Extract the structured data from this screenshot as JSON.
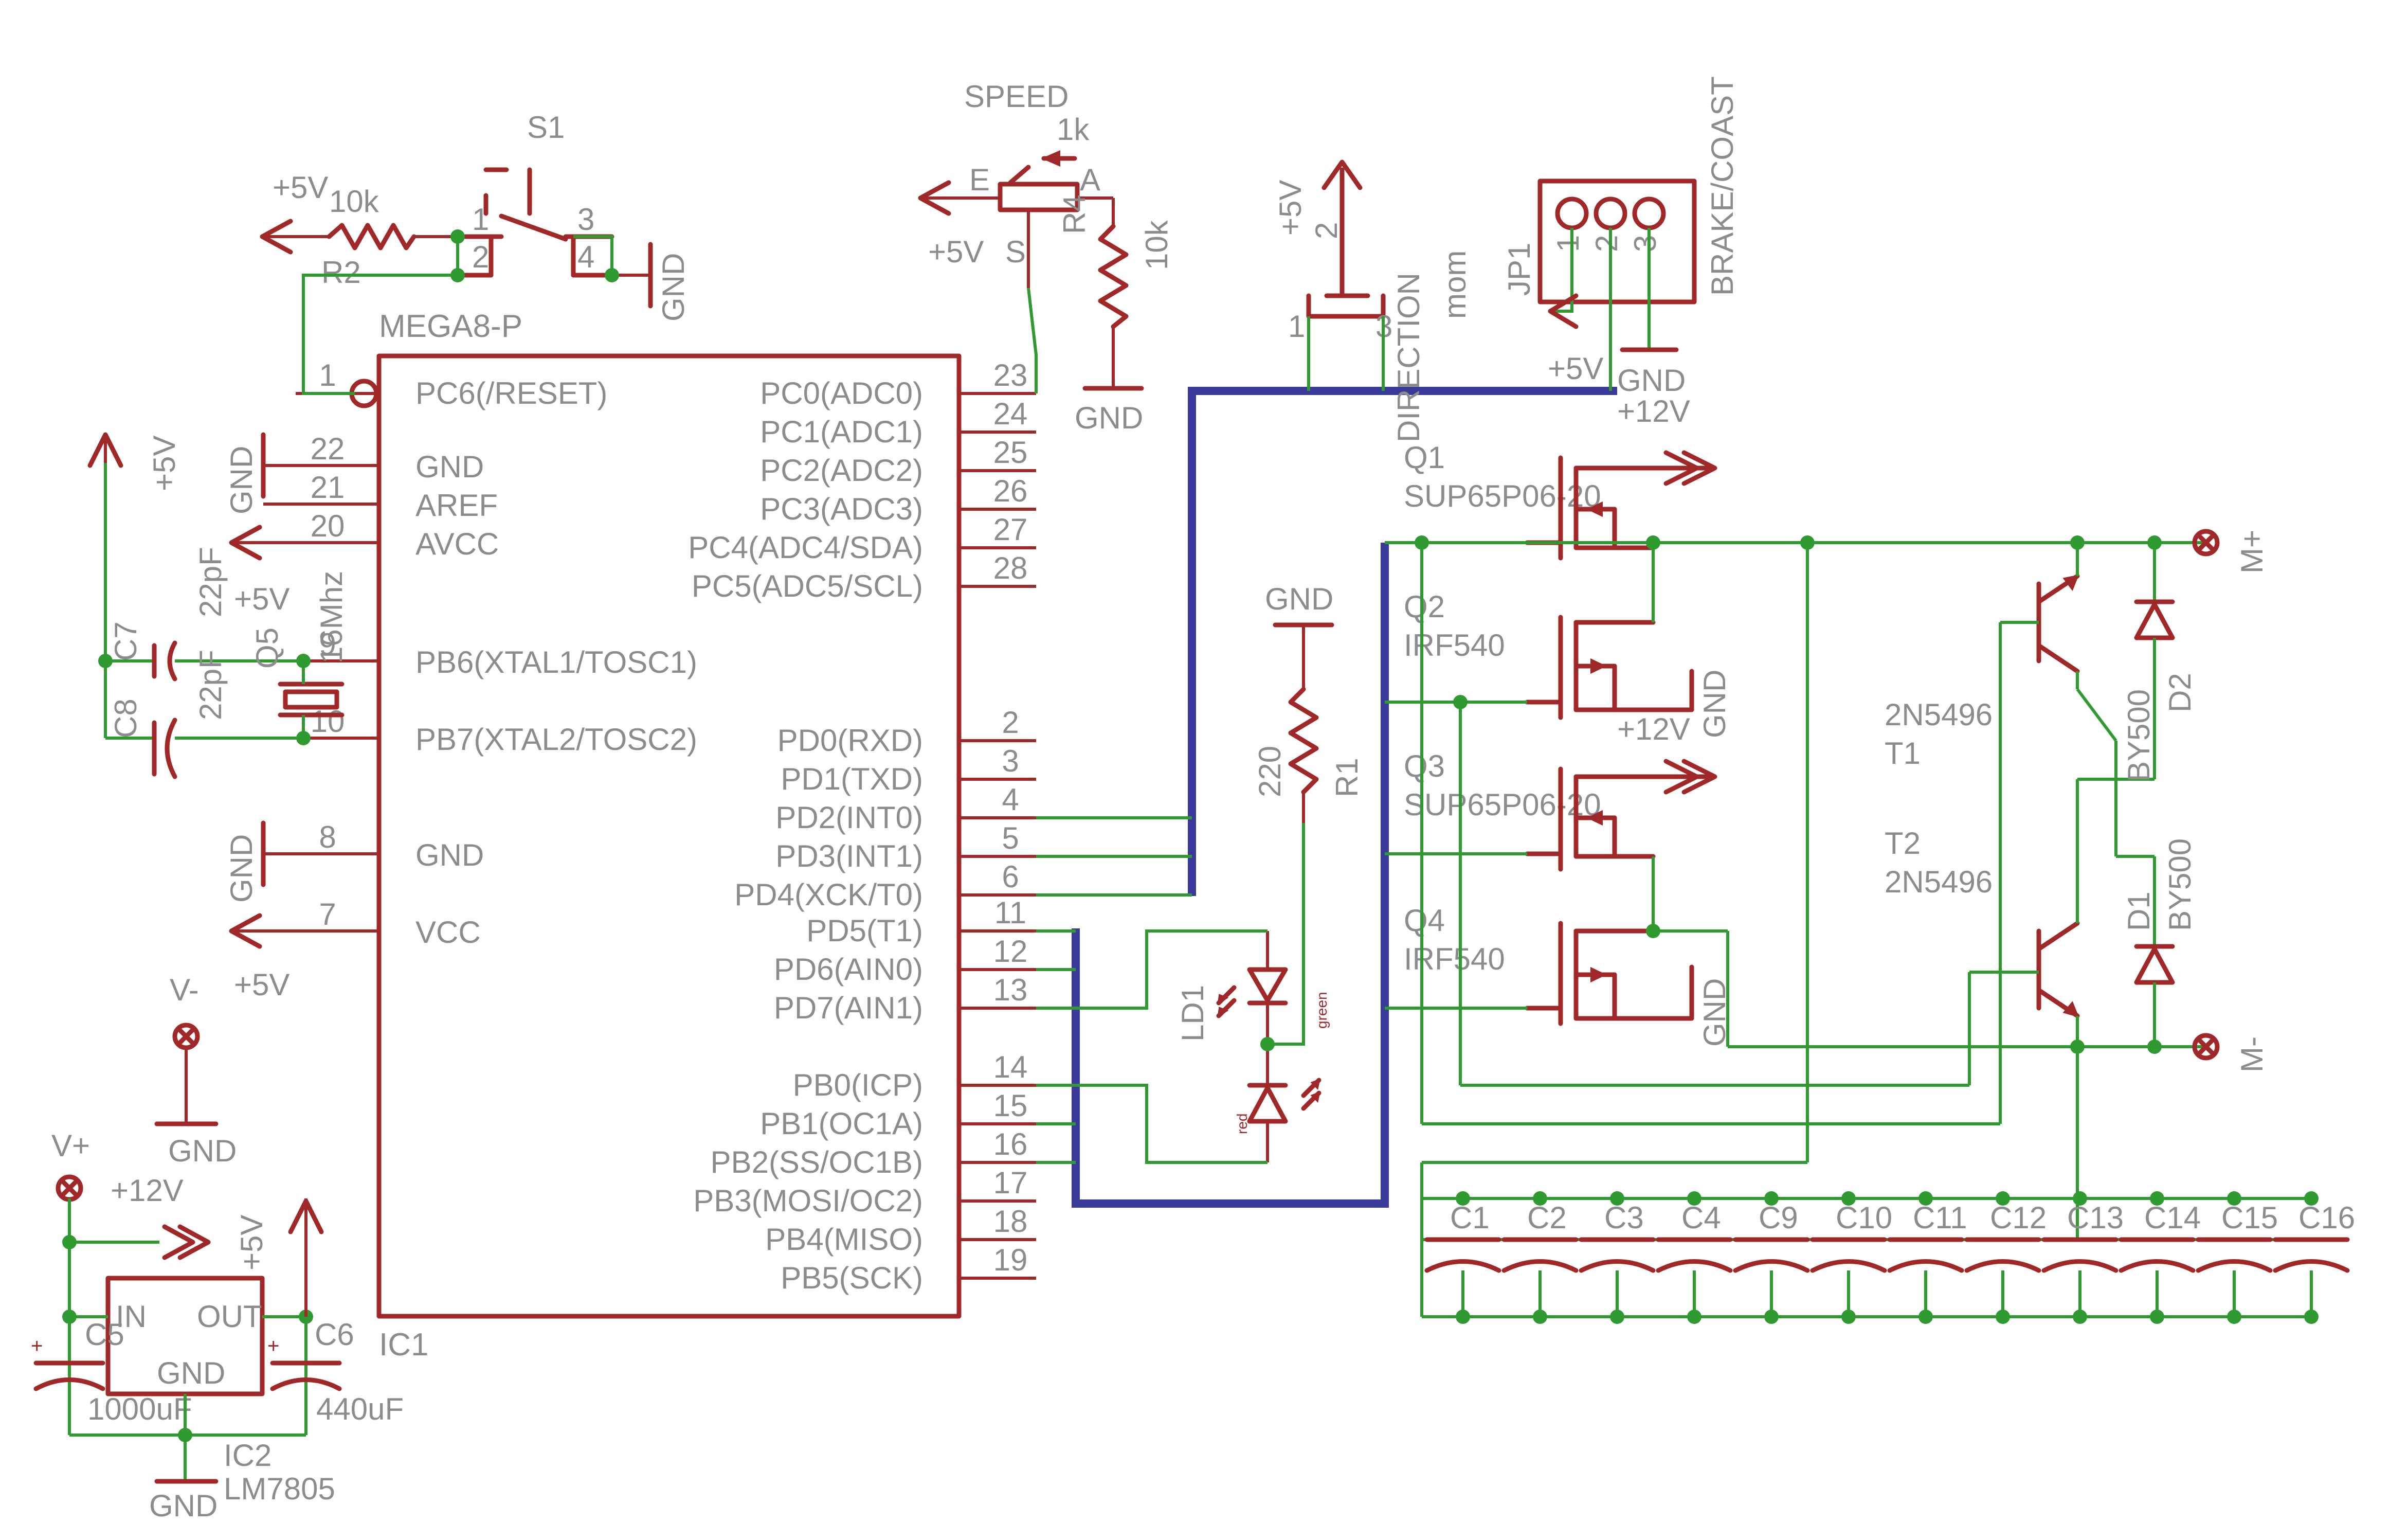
{
  "ic1": {
    "name": "MEGA8-P",
    "ref": "IC1",
    "pins_left": [
      {
        "num": "1",
        "label": "PC6(/RESET)"
      },
      {
        "num": "22",
        "label": "GND"
      },
      {
        "num": "21",
        "label": "AREF"
      },
      {
        "num": "20",
        "label": "AVCC"
      },
      {
        "num": "9",
        "label": "PB6(XTAL1/TOSC1)"
      },
      {
        "num": "10",
        "label": "PB7(XTAL2/TOSC2)"
      },
      {
        "num": "8",
        "label": "GND"
      },
      {
        "num": "7",
        "label": "VCC"
      }
    ],
    "pins_right": [
      {
        "num": "23",
        "label": "PC0(ADC0)"
      },
      {
        "num": "24",
        "label": "PC1(ADC1)"
      },
      {
        "num": "25",
        "label": "PC2(ADC2)"
      },
      {
        "num": "26",
        "label": "PC3(ADC3)"
      },
      {
        "num": "27",
        "label": "PC4(ADC4/SDA)"
      },
      {
        "num": "28",
        "label": "PC5(ADC5/SCL)"
      },
      {
        "num": "2",
        "label": "PD0(RXD)"
      },
      {
        "num": "3",
        "label": "PD1(TXD)"
      },
      {
        "num": "4",
        "label": "PD2(INT0)"
      },
      {
        "num": "5",
        "label": "PD3(INT1)"
      },
      {
        "num": "6",
        "label": "PD4(XCK/T0)"
      },
      {
        "num": "11",
        "label": "PD5(T1)"
      },
      {
        "num": "12",
        "label": "PD6(AIN0)"
      },
      {
        "num": "13",
        "label": "PD7(AIN1)"
      },
      {
        "num": "14",
        "label": "PB0(ICP)"
      },
      {
        "num": "15",
        "label": "PB1(OC1A)"
      },
      {
        "num": "16",
        "label": "PB2(SS/OC1B)"
      },
      {
        "num": "17",
        "label": "PB3(MOSI/OC2)"
      },
      {
        "num": "18",
        "label": "PB4(MISO)"
      },
      {
        "num": "19",
        "label": "PB5(SCK)"
      }
    ]
  },
  "reset": {
    "switch_ref": "S1",
    "switch_pins": [
      "1",
      "2",
      "3",
      "4"
    ],
    "resistor_ref": "R2",
    "resistor_value": "10k",
    "supply": "+5V",
    "gnd": "GND"
  },
  "speed": {
    "title": "SPEED",
    "value": "1k",
    "pin_e": "E",
    "pin_a": "A",
    "pin_s": "S",
    "supply": "+5V",
    "r4_ref": "R4",
    "r4_value": "10k",
    "gnd": "GND"
  },
  "direction": {
    "label": "DIRECTION",
    "type": "mom",
    "supply": "+5V",
    "pins": [
      "1",
      "2",
      "3"
    ]
  },
  "brake": {
    "ref": "JP1",
    "label": "BRAKE/COAST",
    "pins": [
      "1",
      "2",
      "3"
    ],
    "supply": "+5V",
    "gnd": "GND"
  },
  "power_left": {
    "gnd_labels": [
      "GND",
      "GND"
    ],
    "supply_labels": [
      "+5V",
      "+5V",
      "+5V"
    ],
    "c7": "C7",
    "c8": "C8",
    "c7_value": "22pF",
    "c8_value": "22pF",
    "q5": "Q5",
    "crystal": "16Mhz"
  },
  "vminus": {
    "label": "V-",
    "gnd": "GND"
  },
  "regulator": {
    "vplus": "V+",
    "supply12": "+12V",
    "supply5": "+5V",
    "in": "IN",
    "out": "OUT",
    "gnd_pin": "GND",
    "ref": "IC2",
    "part": "LM7805",
    "c5": "C5",
    "c5_value": "1000uF",
    "c6": "C6",
    "c6_value": "440uF",
    "gnd": "GND",
    "plus": "+"
  },
  "leds": {
    "ref": "LD1",
    "green": "green",
    "red": "red",
    "r1_ref": "R1",
    "r1_value": "220",
    "gnd": "GND"
  },
  "bridge": {
    "supply12": "+12V",
    "supply12b": "+12V",
    "q1": "Q1",
    "q1_part": "SUP65P06-20",
    "q2": "Q2",
    "q2_part": "IRF540",
    "q3": "Q3",
    "q3_part": "SUP65P06-20",
    "q4": "Q4",
    "q4_part": "IRF540",
    "gnd_a": "GND",
    "gnd_b": "GND",
    "t1_part": "2N5496",
    "t1": "T1",
    "t2": "T2",
    "t2_part": "2N5496",
    "d1": "D1",
    "d1_part": "BY500",
    "d2": "D2",
    "d2_part": "BY500",
    "m_plus": "M+",
    "m_minus": "M-"
  },
  "capbank": {
    "labels": [
      "C1",
      "C2",
      "C3",
      "C4",
      "C9",
      "C10",
      "C11",
      "C12",
      "C13",
      "C14",
      "C15",
      "C16"
    ]
  },
  "colors": {
    "part": "#a02828",
    "net": "#2f9a2f",
    "bus": "#3a3a9a",
    "text": "#8c8c8c"
  }
}
